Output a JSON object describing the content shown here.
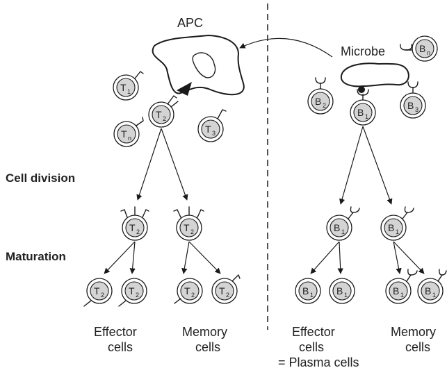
{
  "labels": {
    "apc": "APC",
    "microbe": "Microbe",
    "cell_division": "Cell division",
    "maturation": "Maturation",
    "t_effector_line1": "Effector",
    "t_effector_line2": "cells",
    "t_memory_line1": "Memory",
    "t_memory_line2": "cells",
    "b_effector_line1": "Effector",
    "b_effector_line2": "cells",
    "b_effector_line3": "= Plasma cells",
    "b_memory_line1": "Memory",
    "b_memory_line2": "cells"
  },
  "t_cells": {
    "letter": "T",
    "subs": {
      "t1": "1",
      "t2": "2",
      "t3": "3",
      "tn": "n"
    }
  },
  "b_cells": {
    "letter": "B",
    "subs": {
      "b1": "1",
      "b2": "2",
      "b3": "3",
      "bn": "n"
    }
  },
  "colors": {
    "cell_fill": "#d4d4d4",
    "stroke": "#1a1a1a"
  }
}
